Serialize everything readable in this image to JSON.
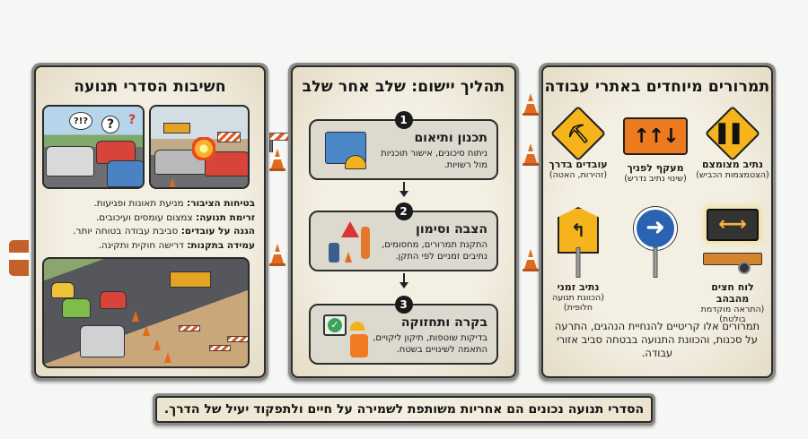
{
  "panels": {
    "left": {
      "title": "חשיבות הסדרי תנועה",
      "images": [
        {
          "name": "confused-drivers-scene",
          "marks": [
            "?!?",
            "?",
            "?"
          ]
        },
        {
          "name": "crash-at-worksite-scene"
        },
        {
          "name": "organized-worksite-traffic-scene"
        }
      ],
      "benefits": [
        {
          "label": "בטיחות הציבור:",
          "text": "מניעת תאונות ופגיעות."
        },
        {
          "label": "זרימת תנועה:",
          "text": "צמצום עומסים ועיכובים."
        },
        {
          "label": "הגנה על עובדים:",
          "text": "סביבת עבודה בטוחה יותר."
        },
        {
          "label": "עמידה בתקנות:",
          "text": "דרישה חוקית ותקינה."
        }
      ]
    },
    "middle": {
      "title": "תהליך יישום: שלב אחר שלב",
      "steps": [
        {
          "number": "1",
          "title": "תכנון ותיאום",
          "description": "ניתוח סיכונים, אישור תוכניות מול רשויות.",
          "icon": "blueprint-hardhat-icon"
        },
        {
          "number": "2",
          "title": "הצבה וסימון",
          "description": "התקנת תמרורים, מחסומים, נתיבים זמניים לפי התקן.",
          "icon": "workers-installing-signs-icon"
        },
        {
          "number": "3",
          "title": "בקרה ותחזוקה",
          "description": "בדיקות שוטפות, תיקון ליקויים, התאמה לשינויים בשטח.",
          "icon": "inspector-checkmark-icon"
        }
      ]
    },
    "right": {
      "title": "תמרורים מיוחדים באתרי עבודה",
      "signs": [
        {
          "label": "נתיב מצומצם",
          "sub": "(הצטמצמות הכביש)",
          "glyph": "▌▌",
          "icon": "lane-narrowing-sign-icon"
        },
        {
          "label": "מעקף לפניך",
          "sub": "(שינוי נתיב נדרש)",
          "glyph": "↓↑↑",
          "icon": "detour-ahead-sign-icon"
        },
        {
          "label": "עובדים בדרך",
          "sub": "(זהירות, האטה)",
          "glyph": "⛏",
          "icon": "road-workers-sign-icon"
        },
        {
          "label": "לוח חצים מהבהב",
          "sub": "(התראה מוקדמת בולטת)",
          "glyph": "⟷",
          "icon": "flashing-arrow-board-icon"
        },
        {
          "label": "",
          "sub": "",
          "glyph": "➜",
          "icon": "blue-direction-arrow-sign-icon"
        },
        {
          "label": "נתיב זמני",
          "sub": "(הכוונת תנועה חלופית)",
          "glyph": "↰",
          "icon": "temporary-lane-sign-icon"
        }
      ],
      "note": "תמרורים אלו קריטיים להנחיית הנהגים, התרעה על סכנות, והכוונת התנועה בבטחה סביב אזורי עבודה."
    }
  },
  "banner": {
    "text": "הסדרי תנועה נכונים הם אחריות משותפת לשמירה על חיים ולתפקוד יעיל של הדרך."
  },
  "colors": {
    "panel_bg": "#f3efe3",
    "frame": "#8a8a86",
    "sign_yellow": "#f5b41c",
    "sign_orange": "#ee7a1f",
    "sign_blue": "#2b63b3",
    "cone_orange": "#e06a1e"
  }
}
